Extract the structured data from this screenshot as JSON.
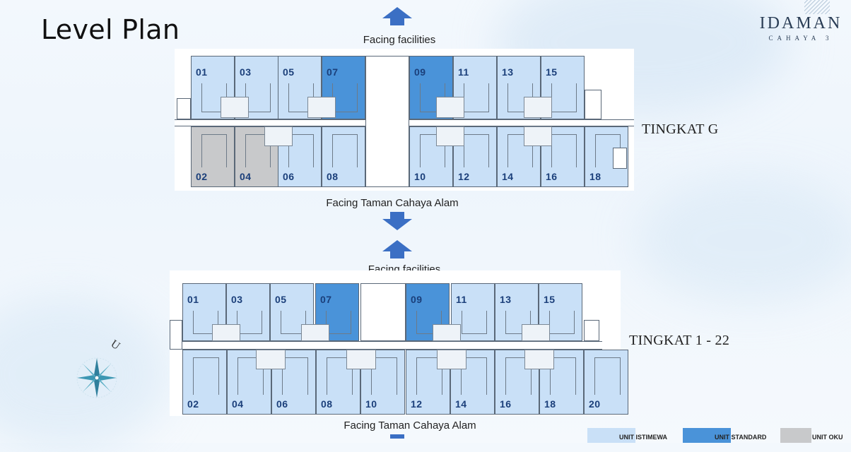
{
  "page": {
    "title": "Level Plan"
  },
  "logo": {
    "brand": "IDAMAN",
    "sub": "CAHAYA 3"
  },
  "compass": {
    "letter": "U"
  },
  "colors": {
    "istimewa": "#c9e0f7",
    "standard": "#4a93d9",
    "oku": "#c8c9cb",
    "arrow": "#3b6fc4"
  },
  "plan_g": {
    "label": "TINGKAT G",
    "top_caption": "Facing facilities",
    "bottom_caption": "Facing Taman Cahaya Alam",
    "top_units": [
      {
        "num": "01",
        "type": "istimewa"
      },
      {
        "num": "03",
        "type": "istimewa"
      },
      {
        "num": "05",
        "type": "istimewa"
      },
      {
        "num": "07",
        "type": "standard"
      },
      {
        "num": "09",
        "type": "standard"
      },
      {
        "num": "11",
        "type": "istimewa"
      },
      {
        "num": "13",
        "type": "istimewa"
      },
      {
        "num": "15",
        "type": "istimewa"
      }
    ],
    "bottom_units": [
      {
        "num": "02",
        "type": "oku"
      },
      {
        "num": "04",
        "type": "oku"
      },
      {
        "num": "06",
        "type": "istimewa"
      },
      {
        "num": "08",
        "type": "istimewa"
      },
      {
        "num": "10",
        "type": "istimewa"
      },
      {
        "num": "12",
        "type": "istimewa"
      },
      {
        "num": "14",
        "type": "istimewa"
      },
      {
        "num": "16",
        "type": "istimewa"
      },
      {
        "num": "18",
        "type": "istimewa"
      }
    ]
  },
  "plan_typ": {
    "label": "TINGKAT 1 - 22",
    "top_caption": "Facing facilities",
    "bottom_caption": "Facing Taman Cahaya Alam",
    "top_units": [
      {
        "num": "01",
        "type": "istimewa"
      },
      {
        "num": "03",
        "type": "istimewa"
      },
      {
        "num": "05",
        "type": "istimewa"
      },
      {
        "num": "07",
        "type": "standard"
      },
      {
        "num": "09",
        "type": "standard"
      },
      {
        "num": "11",
        "type": "istimewa"
      },
      {
        "num": "13",
        "type": "istimewa"
      },
      {
        "num": "15",
        "type": "istimewa"
      }
    ],
    "bottom_units": [
      {
        "num": "02",
        "type": "istimewa"
      },
      {
        "num": "04",
        "type": "istimewa"
      },
      {
        "num": "06",
        "type": "istimewa"
      },
      {
        "num": "08",
        "type": "istimewa"
      },
      {
        "num": "10",
        "type": "istimewa"
      },
      {
        "num": "12",
        "type": "istimewa"
      },
      {
        "num": "14",
        "type": "istimewa"
      },
      {
        "num": "16",
        "type": "istimewa"
      },
      {
        "num": "18",
        "type": "istimewa"
      },
      {
        "num": "20",
        "type": "istimewa"
      }
    ]
  },
  "legend": [
    {
      "label": "UNIT ISTIMEWA",
      "type": "istimewa"
    },
    {
      "label": "UNIT STANDARD",
      "type": "standard"
    },
    {
      "label": "UNIT OKU",
      "type": "oku"
    }
  ]
}
